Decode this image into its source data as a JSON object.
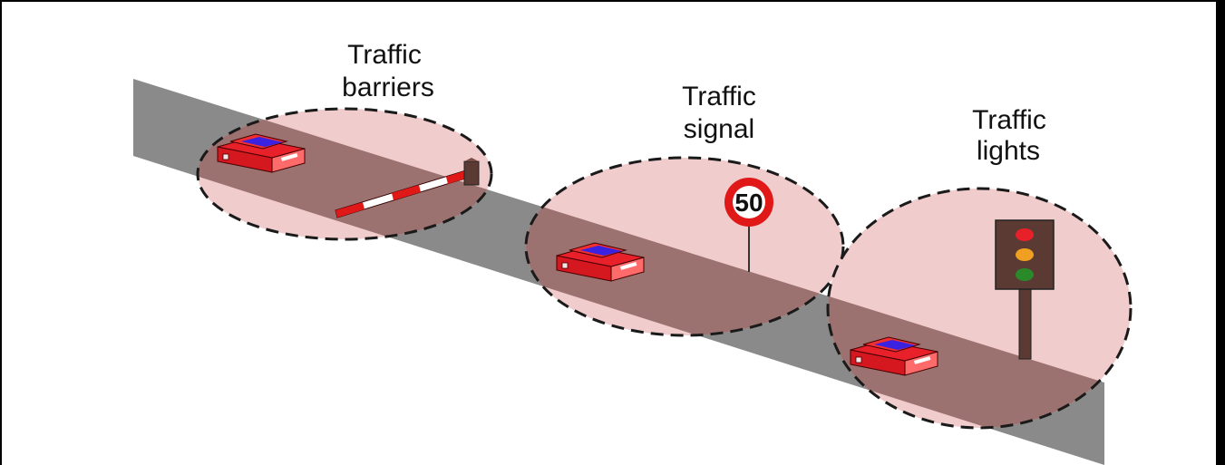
{
  "groups": {
    "barriers": {
      "label_line1": "Traffic",
      "label_line2": "barriers"
    },
    "signal": {
      "label_line1": "Traffic",
      "label_line2": "signal",
      "sign_value": "50"
    },
    "lights": {
      "label_line1": "Traffic",
      "label_line2": "lights"
    }
  },
  "colors": {
    "road": "#8a8a8a",
    "zone_fill": "#f0cccc",
    "zone_stroke": "#1a1a1a",
    "car_body": "#e8202a",
    "car_window": "#3a22e0",
    "barrier_red": "#e01818",
    "sign_red": "#e01818",
    "post": "#5a3a32",
    "light_red": "#e8202a",
    "light_amber": "#f0a020",
    "light_green": "#2a8a2a"
  }
}
